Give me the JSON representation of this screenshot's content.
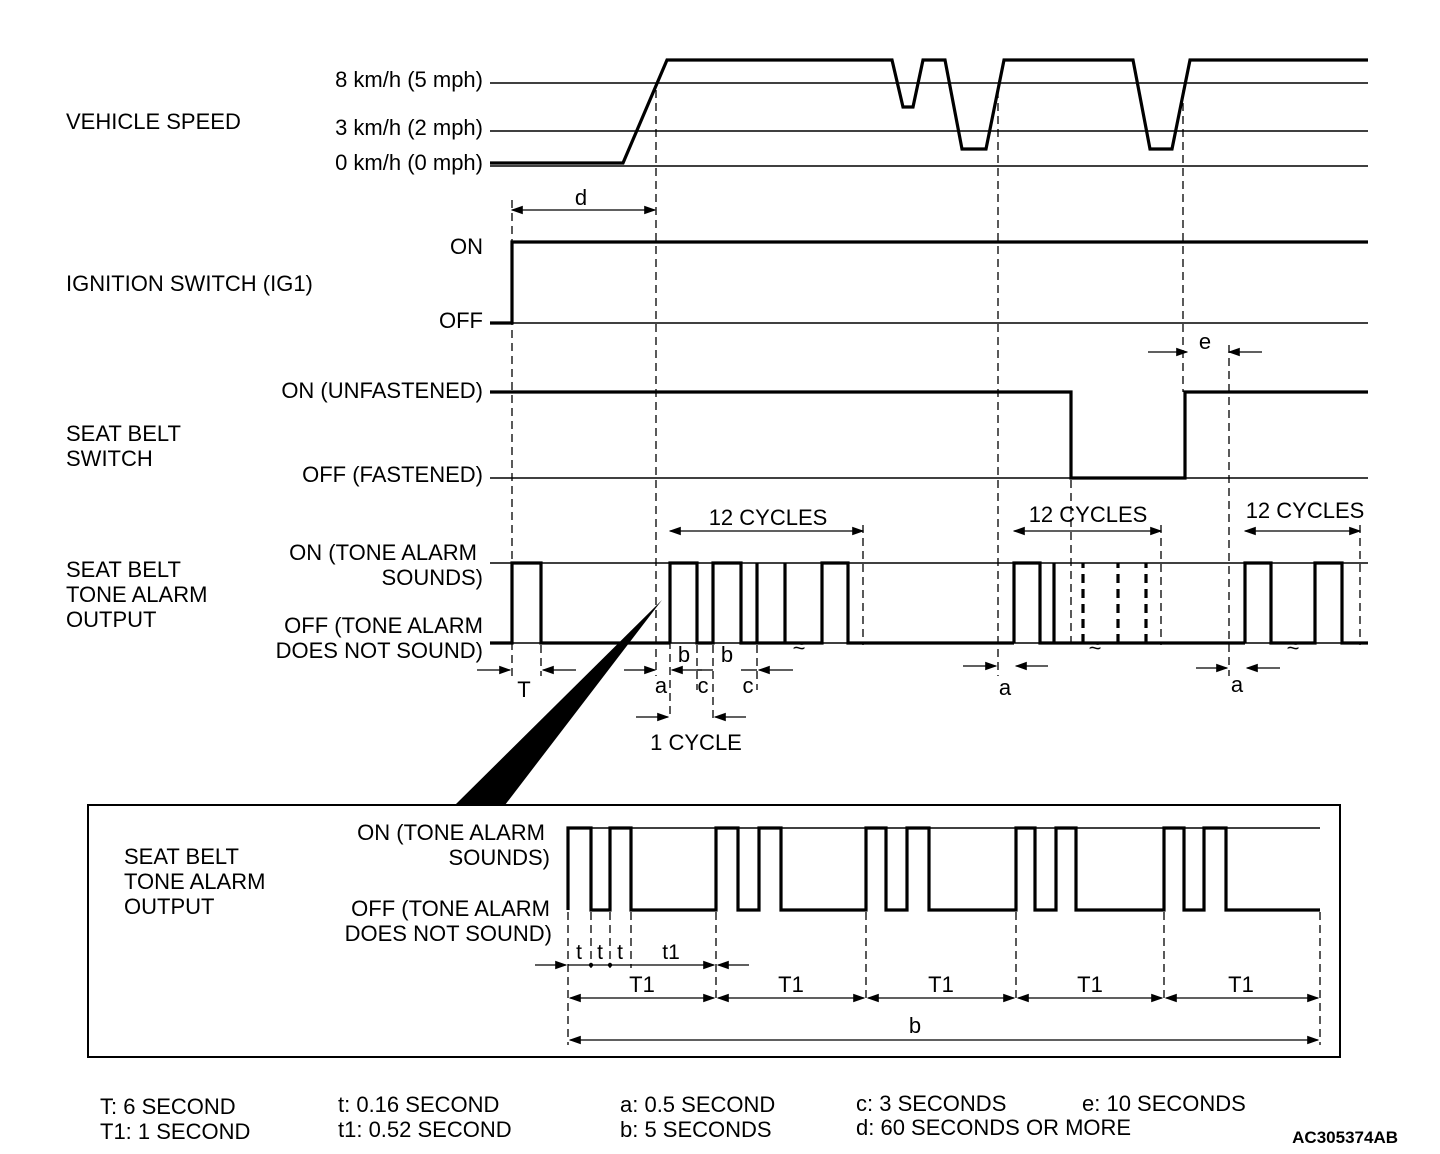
{
  "signals": {
    "vehicle_speed": {
      "title": "VEHICLE SPEED",
      "levels": [
        "8 km/h (5 mph)",
        "3 km/h (2 mph)",
        "0 km/h (0 mph)"
      ]
    },
    "ignition": {
      "title": "IGNITION SWITCH (IG1)",
      "on": "ON",
      "off": "OFF"
    },
    "seat_belt_switch": {
      "title_line1": "SEAT BELT",
      "title_line2": "SWITCH",
      "on": "ON (UNFASTENED)",
      "off": "OFF (FASTENED)"
    },
    "tone_alarm": {
      "title_line1": "SEAT BELT",
      "title_line2": "TONE ALARM",
      "title_line3": "OUTPUT",
      "on_line1": "ON (TONE ALARM",
      "on_line2": "SOUNDS)",
      "off_line1": "OFF (TONE ALARM",
      "off_line2": "DOES NOT SOUND)"
    }
  },
  "timing_marks": {
    "d": "d",
    "e": "e",
    "T": "T",
    "a": "a",
    "b": "b",
    "c": "c",
    "cycles": "12 CYCLES",
    "one_cycle": "1 CYCLE",
    "t": "t",
    "t1": "t1",
    "T1": "T1"
  },
  "legend": {
    "T": "T: 6 SECOND",
    "T1": "T1: 1 SECOND",
    "t": "t: 0.16 SECOND",
    "t1": "t1: 0.52 SECOND",
    "a": "a: 0.5 SECOND",
    "b": "b: 5 SECONDS",
    "c": "c: 3 SECONDS",
    "d": "d: 60 SECONDS  OR MORE",
    "e": "e: 10 SECONDS"
  },
  "figure_code": "AC305374AB"
}
